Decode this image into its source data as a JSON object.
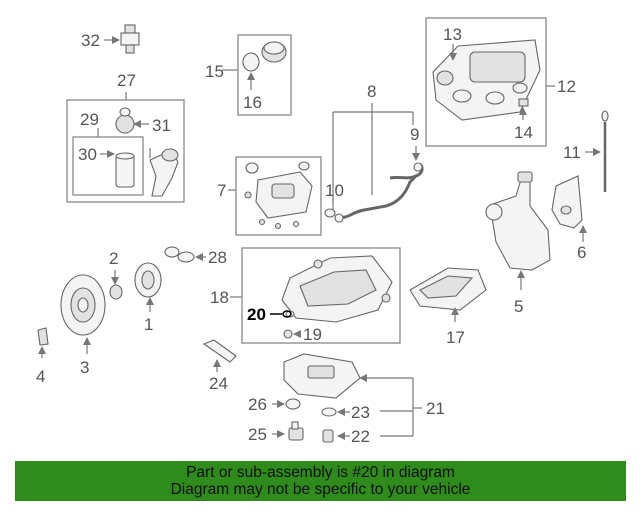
{
  "callouts": {
    "c1": "1",
    "c2": "2",
    "c3": "3",
    "c4": "4",
    "c5": "5",
    "c6": "6",
    "c7": "7",
    "c8": "8",
    "c9": "9",
    "c10": "10",
    "c11": "11",
    "c12": "12",
    "c13": "13",
    "c14": "14",
    "c15": "15",
    "c16": "16",
    "c17": "17",
    "c18": "18",
    "c19": "19",
    "c20": "20",
    "c21": "21",
    "c22": "22",
    "c23": "23",
    "c24": "24",
    "c25": "25",
    "c26": "26",
    "c27": "27",
    "c28": "28",
    "c29": "29",
    "c30": "30",
    "c31": "31",
    "c32": "32"
  },
  "highlighted_part": "20",
  "footer": {
    "line1": "Part or sub-assembly is #20 in diagram",
    "line2": "Diagram may not be specific to your vehicle"
  },
  "colors": {
    "footer_background": "#2e8b1c",
    "callout_text": "#555555",
    "highlight_text": "#000000"
  }
}
